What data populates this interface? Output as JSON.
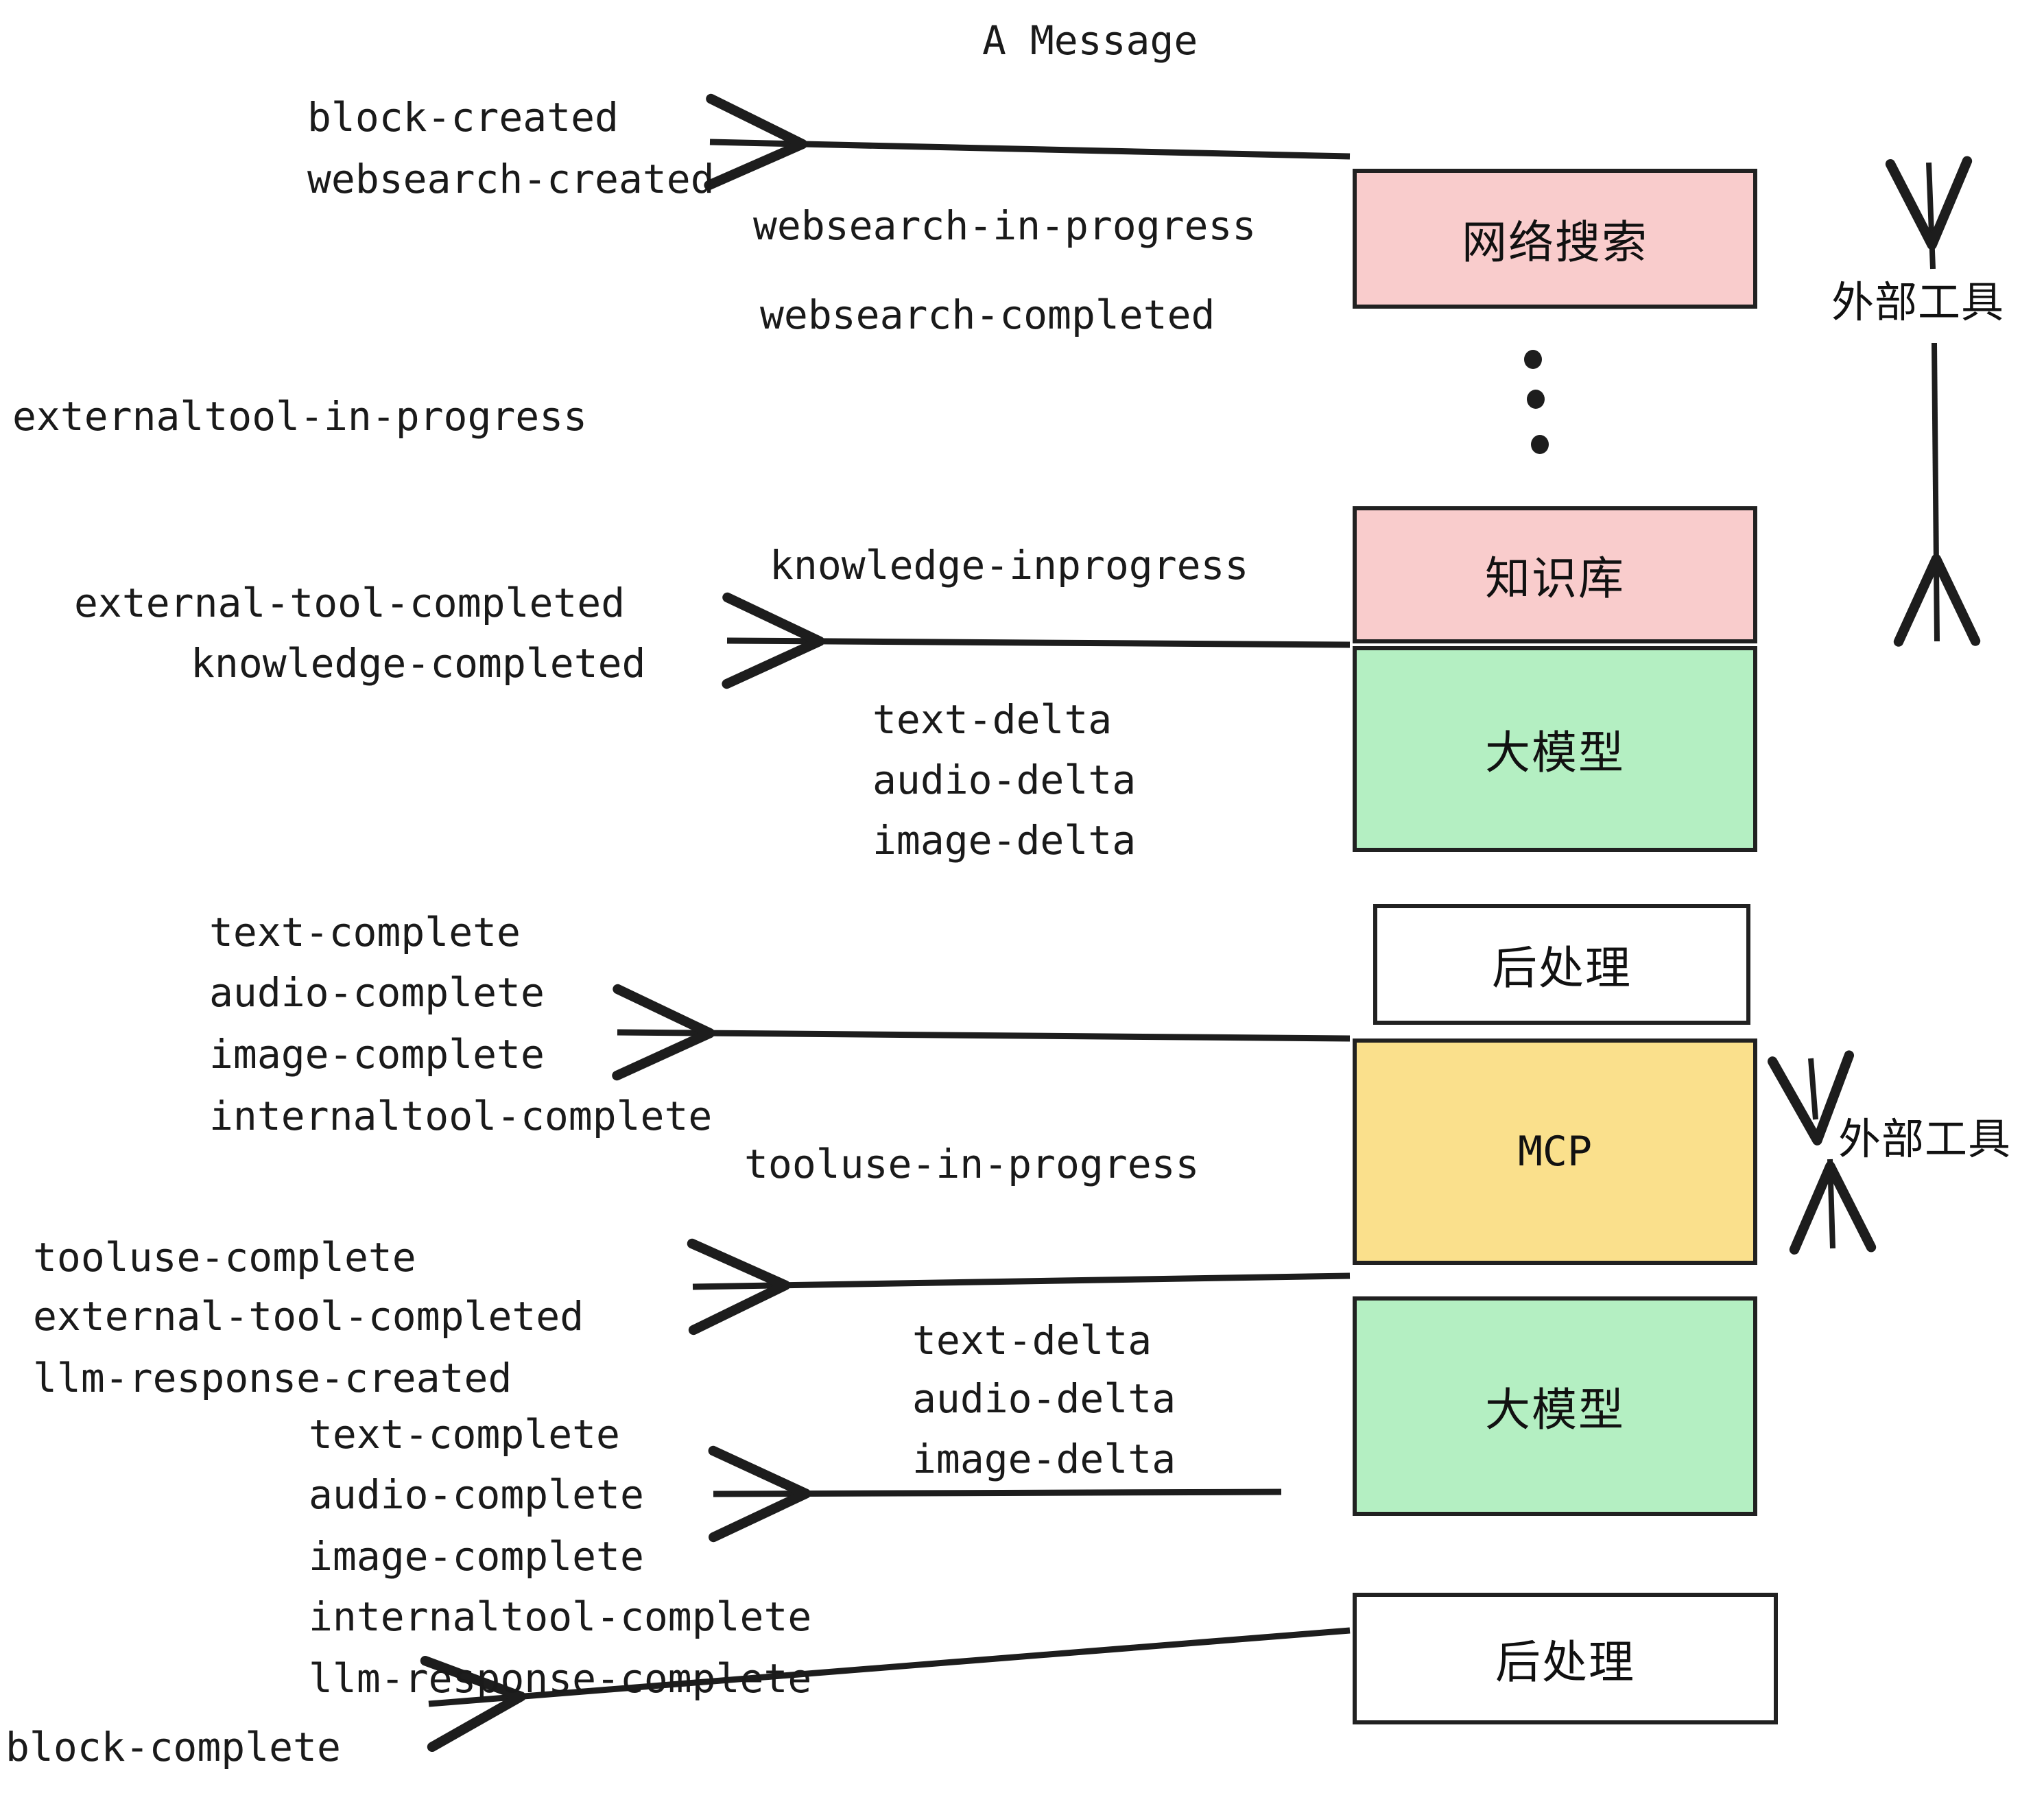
{
  "title": "A Message",
  "colors": {
    "pink": "#F9CCCC",
    "green": "#B4EFC2",
    "yellow": "#FAE08C",
    "white": "#FFFFFF",
    "stroke": "#212121",
    "text": "#1A1A1A"
  },
  "nodes": [
    {
      "id": "websearch",
      "label": "网络搜索",
      "fill": "#F9CCCC"
    },
    {
      "id": "knowledge",
      "label": "知识库",
      "fill": "#F9CCCC"
    },
    {
      "id": "llm-top",
      "label": "大模型",
      "fill": "#B4EFC2"
    },
    {
      "id": "post-top",
      "label": "后处理",
      "fill": "#FFFFFF"
    },
    {
      "id": "mcp",
      "label": "MCP",
      "fill": "#FAE08C"
    },
    {
      "id": "llm-bottom",
      "label": "大模型",
      "fill": "#B4EFC2"
    },
    {
      "id": "post-bottom",
      "label": "后处理",
      "fill": "#FFFFFF"
    }
  ],
  "group_labels": [
    {
      "id": "external-tools-top",
      "label": "外部工具"
    },
    {
      "id": "external-tools-bottom",
      "label": "外部工具"
    }
  ],
  "events": [
    {
      "id": "block-created",
      "label": "block-created"
    },
    {
      "id": "websearch-created",
      "label": "websearch-created"
    },
    {
      "id": "websearch-in-progress",
      "label": "websearch-in-progress"
    },
    {
      "id": "websearch-completed",
      "label": "websearch-completed"
    },
    {
      "id": "externaltool-in-progress",
      "label": "externaltool-in-progress"
    },
    {
      "id": "knowledge-inprogress",
      "label": "knowledge-inprogress"
    },
    {
      "id": "external-tool-completed-1",
      "label": "external-tool-completed"
    },
    {
      "id": "knowledge-completed",
      "label": "knowledge-completed"
    },
    {
      "id": "text-delta-1",
      "label": "text-delta"
    },
    {
      "id": "audio-delta-1",
      "label": "audio-delta"
    },
    {
      "id": "image-delta-1",
      "label": "image-delta"
    },
    {
      "id": "text-complete-1",
      "label": "text-complete"
    },
    {
      "id": "audio-complete-1",
      "label": "audio-complete"
    },
    {
      "id": "image-complete-1",
      "label": "image-complete"
    },
    {
      "id": "internaltool-complete-1",
      "label": "internaltool-complete"
    },
    {
      "id": "tooluse-in-progress",
      "label": "tooluse-in-progress"
    },
    {
      "id": "tooluse-complete",
      "label": "tooluse-complete"
    },
    {
      "id": "external-tool-completed-2",
      "label": "external-tool-completed"
    },
    {
      "id": "llm-response-created",
      "label": "llm-response-created"
    },
    {
      "id": "text-delta-2",
      "label": "text-delta"
    },
    {
      "id": "audio-delta-2",
      "label": "audio-delta"
    },
    {
      "id": "image-delta-2",
      "label": "image-delta"
    },
    {
      "id": "text-complete-2",
      "label": "text-complete"
    },
    {
      "id": "audio-complete-2",
      "label": "audio-complete"
    },
    {
      "id": "image-complete-2",
      "label": "image-complete"
    },
    {
      "id": "internaltool-complete-2",
      "label": "internaltool-complete"
    },
    {
      "id": "llm-response-complete",
      "label": "llm-response-complete"
    },
    {
      "id": "block-complete",
      "label": "block-complete"
    }
  ]
}
